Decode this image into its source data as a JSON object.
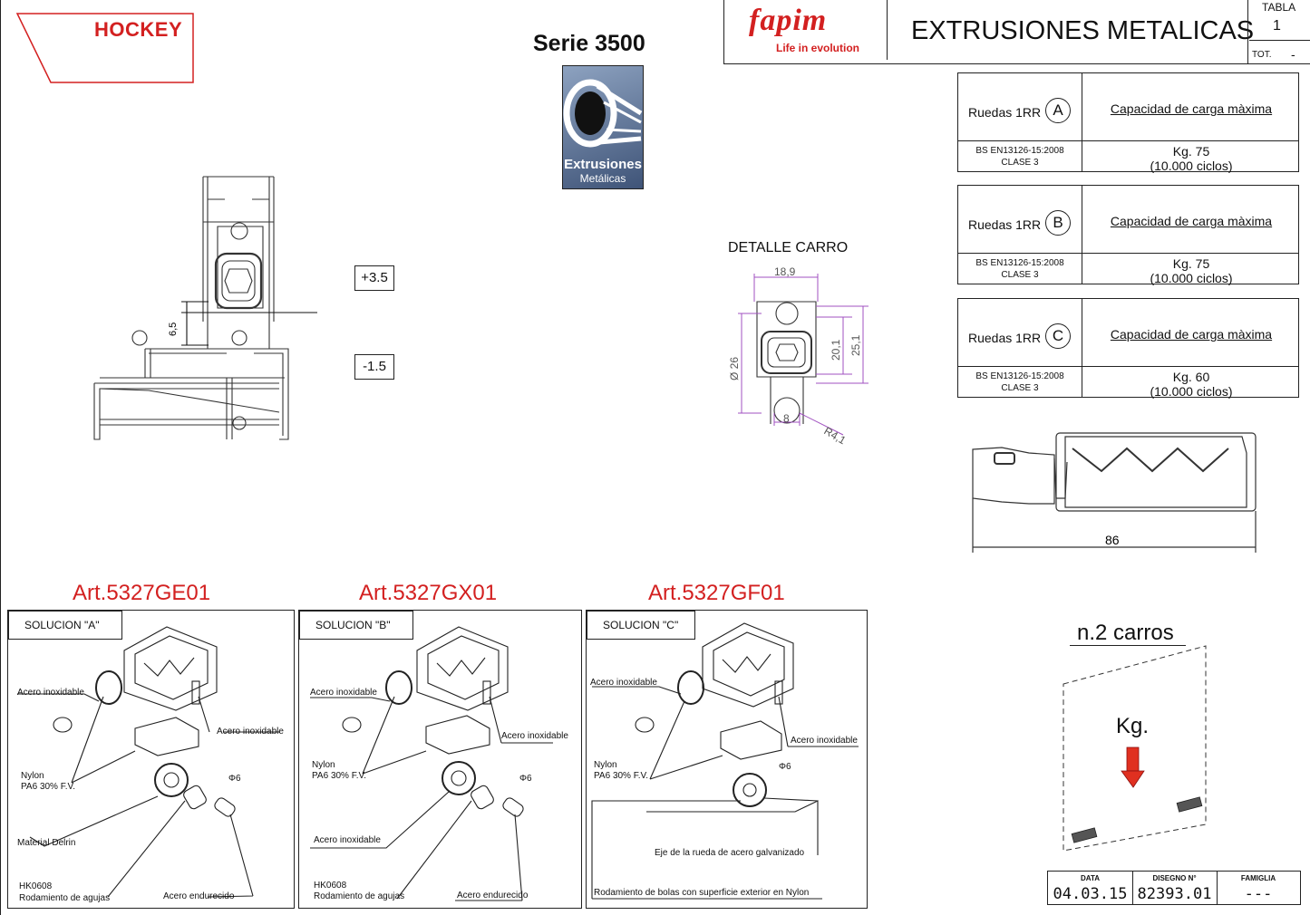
{
  "brand": {
    "hockey": "HOCKEY",
    "series": "Serie 3500",
    "logo_line1": "Extrusiones",
    "logo_line2": "Metálicas",
    "fapim": "fapim",
    "fapim_tagline": "Life in evolution",
    "title": "EXTRUSIONES METALICAS"
  },
  "tabla": {
    "label": "TABLA",
    "number": "1",
    "tot_label": "TOT.",
    "tot_value": "-"
  },
  "section_drawing": {
    "dim_up": "+3.5",
    "dim_down": "-1.5",
    "dim_left": "6,5"
  },
  "detalle": {
    "title": "DETALLE CARRO",
    "width": "18,9",
    "diameter": "Ø 26",
    "h1": "20,1",
    "h2": "25,1",
    "bottom": "8",
    "radius": "R4,1"
  },
  "wheel_tables": [
    {
      "label": "Ruedas 1RR",
      "letter": "A",
      "capacity_label": "Capacidad de carga màxima",
      "standard": "BS EN13126-15:2008",
      "class": "CLASE 3",
      "load": "Kg. 75",
      "cycles": "(10.000 ciclos)"
    },
    {
      "label": "Ruedas 1RR",
      "letter": "B",
      "capacity_label": "Capacidad de carga màxima",
      "standard": "BS EN13126-15:2008",
      "class": "CLASE 3",
      "load": "Kg. 75",
      "cycles": "(10.000 ciclos)"
    },
    {
      "label": "Ruedas 1RR",
      "letter": "C",
      "capacity_label": "Capacidad de carga màxima",
      "standard": "BS EN13126-15:2008",
      "class": "CLASE 3",
      "load": "Kg. 60",
      "cycles": "(10.000 ciclos)"
    }
  ],
  "carriage_length": "86",
  "articles": [
    {
      "code": "Art.5327GE01",
      "solution": "SOLUCION  \"A\"",
      "labels": {
        "acero1": "Acero inoxidable",
        "acero2": "Acero inoxidable",
        "nylon1": "Nylon",
        "nylon2": "PA6 30% F.V.",
        "phi": "Φ6",
        "material": "Material Delrin",
        "hk": "HK0608",
        "rodamiento": "Rodamiento de agujas",
        "endurecido": "Acero endurecido"
      }
    },
    {
      "code": "Art.5327GX01",
      "solution": "SOLUCION  \"B\"",
      "labels": {
        "acero1": "Acero inoxidable",
        "acero2": "Acero inoxidable",
        "nylon1": "Nylon",
        "nylon2": "PA6 30% F.V.",
        "phi": "Φ6",
        "material": "Acero inoxidable",
        "hk": "HK0608",
        "rodamiento": "Rodamiento de agujas",
        "endurecido": "Acero endurecido"
      }
    },
    {
      "code": "Art.5327GF01",
      "solution": "SOLUCION  \"C\"",
      "labels": {
        "acero1": "Acero inoxidable",
        "acero2": "Acero inoxidable",
        "nylon1": "Nylon",
        "nylon2": "PA6 30% F.V.",
        "phi": "Φ6",
        "eje": "Eje de la rueda de acero galvanizado",
        "rodamiento_bolas": "Rodamiento de bolas con superficie exterior en Nylon"
      }
    }
  ],
  "load_diagram": {
    "title": "n.2 carros",
    "kg": "Kg."
  },
  "footer": {
    "data_label": "DATA",
    "data_value": "04.03.15",
    "disegno_label": "DISEGNO N°",
    "disegno_value": "82393.01",
    "famiglia_label": "FAMIGLIA",
    "famiglia_value": "---"
  }
}
